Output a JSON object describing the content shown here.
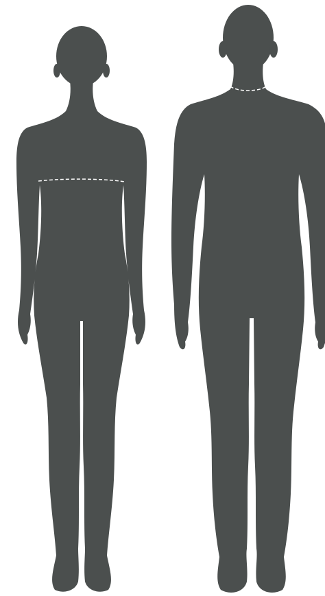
{
  "figure": {
    "background_color": "#ffffff",
    "silhouette_color": "#4b4f4e",
    "measurement_line_color": "#ffffff",
    "female": {
      "icon": "female-body-silhouette",
      "measurement_line": "bust-line"
    },
    "male": {
      "icon": "male-body-silhouette",
      "measurement_line": "neck-line"
    }
  }
}
